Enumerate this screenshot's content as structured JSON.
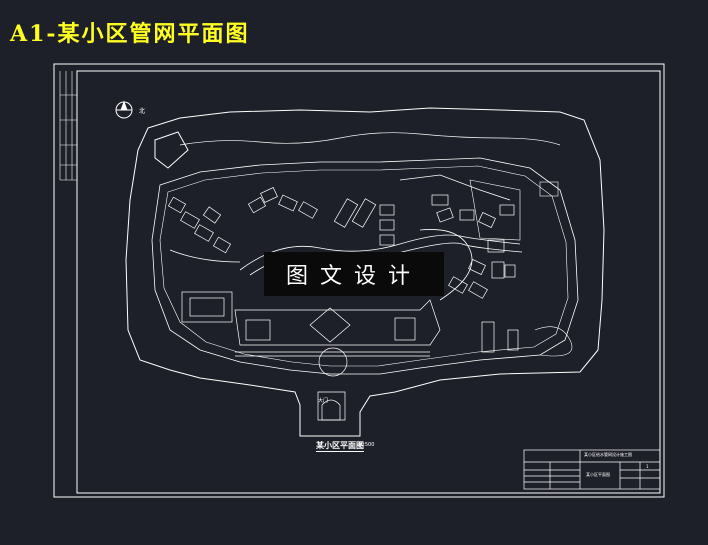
{
  "header": {
    "title": "A1-某小区管网平面图"
  },
  "watermark": {
    "text": "图文设计"
  },
  "drawing": {
    "plan_title": "某小区平面图",
    "scale": "1:500",
    "gate_label": "大门",
    "north_label": "北"
  },
  "title_block": {
    "project_name": "某小区给水管网设计施工图",
    "sheet_name": "某小区平面图",
    "sheet_no": "1"
  },
  "colors": {
    "background": "#1e2029",
    "title": "#ffff22",
    "lines": "#ffffff",
    "watermark_bg": "#0a0a0a"
  }
}
